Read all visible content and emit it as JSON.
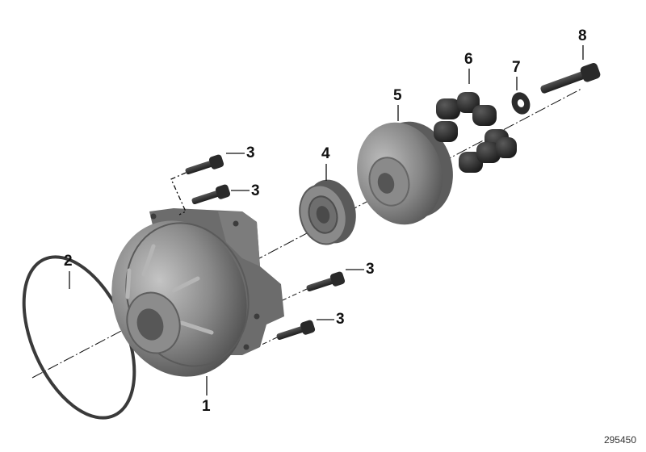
{
  "diagram": {
    "type": "exploded-parts-diagram",
    "subject": "water pump assembly",
    "diagram_number": "295450",
    "callouts": [
      {
        "number": "1",
        "part": "pump housing"
      },
      {
        "number": "2",
        "part": "o-ring"
      },
      {
        "number": "3",
        "part": "bolt (x4)"
      },
      {
        "number": "4",
        "part": "bearing"
      },
      {
        "number": "5",
        "part": "drive hub / pulley"
      },
      {
        "number": "6",
        "part": "rubber damper elements"
      },
      {
        "number": "7",
        "part": "washer"
      },
      {
        "number": "8",
        "part": "socket head bolt"
      }
    ],
    "labels": {
      "c1": "1",
      "c2": "2",
      "c3a": "3",
      "c3b": "3",
      "c3c": "3",
      "c3d": "3",
      "c4": "4",
      "c5": "5",
      "c6": "6",
      "c7": "7",
      "c8": "8"
    },
    "colors": {
      "metal": "#7a7a7a",
      "metal_dark": "#4a4a4a",
      "metal_light": "#b0b0b0",
      "rubber": "#2e2e2e",
      "line": "#111111"
    }
  }
}
